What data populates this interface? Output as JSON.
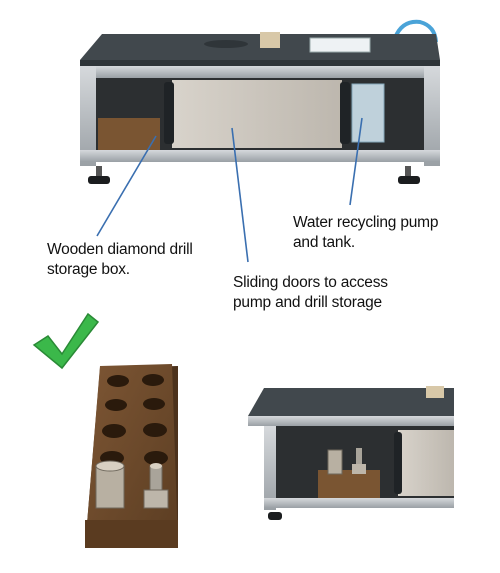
{
  "labels": {
    "drill_box": "Wooden diamond drill\nstorage box.",
    "sliding_doors": "Sliding doors to access\npump and drill storage",
    "water_pump": "Water recycling pump\nand tank."
  },
  "colors": {
    "pointer_line": "#3a6fb0",
    "checkmark": "#3bb84a",
    "frame": "#a9adb1",
    "tabletop": "#3f4549",
    "wood": "#6a4a2c"
  },
  "icons": {
    "checkmark": "checkmark-icon"
  }
}
